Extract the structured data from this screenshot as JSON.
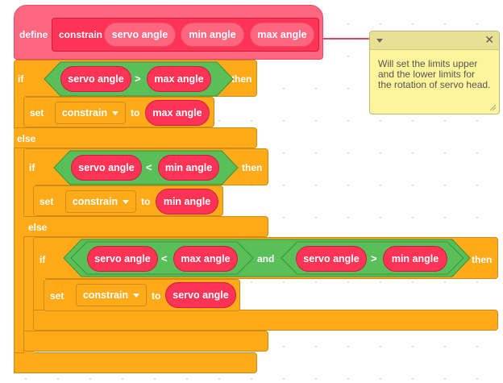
{
  "define_block": {
    "keyword": "define",
    "name": "constrain",
    "params": [
      "servo angle",
      "min angle",
      "max angle"
    ]
  },
  "if1": {
    "if_label": "if",
    "then_label": "then",
    "left": "servo angle",
    "op": ">",
    "right": "max angle",
    "set_label": "set",
    "var": "constrain",
    "to_label": "to",
    "value": "max angle",
    "else_label": "else"
  },
  "if2": {
    "if_label": "if",
    "then_label": "then",
    "left": "servo angle",
    "op": "<",
    "right": "min angle",
    "set_label": "set",
    "var": "constrain",
    "to_label": "to",
    "value": "min angle",
    "else_label": "else"
  },
  "if3": {
    "if_label": "if",
    "then_label": "then",
    "cond1_left": "servo angle",
    "cond1_op": "<",
    "cond1_right": "max angle",
    "and_label": "and",
    "cond2_left": "servo angle",
    "cond2_op": ">",
    "cond2_right": "min angle",
    "set_label": "set",
    "var": "constrain",
    "to_label": "to",
    "value": "servo angle"
  },
  "comment": {
    "text": "Will set the limits upper and the lower limits for the rotation of servo head."
  },
  "colors": {
    "control": "#ffab19",
    "myblocks": "#ff6680",
    "operator": "#59c059",
    "comment": "#fef49c"
  }
}
